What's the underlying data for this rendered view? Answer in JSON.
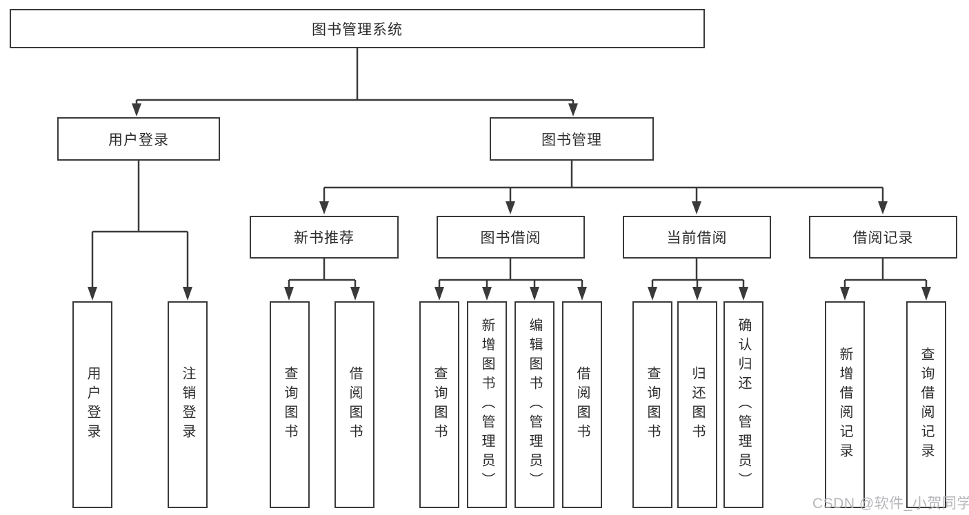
{
  "diagram": {
    "title": "图书管理系统",
    "level1": [
      {
        "label": "用户登录",
        "children": [
          "用户登录",
          "注销登录"
        ]
      },
      {
        "label": "图书管理",
        "children": [
          {
            "label": "新书推荐",
            "children": [
              "查询图书",
              "借阅图书"
            ]
          },
          {
            "label": "图书借阅",
            "children": [
              "查询图书",
              "新增图书（管理员）",
              "编辑图书（管理员）",
              "借阅图书"
            ]
          },
          {
            "label": "当前借阅",
            "children": [
              "查询图书",
              "归还图书",
              "确认归还（管理员）"
            ]
          },
          {
            "label": "借阅记录",
            "children": [
              "新增借阅记录",
              "查询借阅记录"
            ]
          }
        ]
      }
    ],
    "colors": {
      "line": "#3a3a3a",
      "box_border": "#3a3a3a",
      "text": "#2d2d2d",
      "watermark": "#b2b2b6",
      "background": "#ffffff"
    }
  },
  "watermark": {
    "text": "CSDN @软件_小贺同学"
  }
}
